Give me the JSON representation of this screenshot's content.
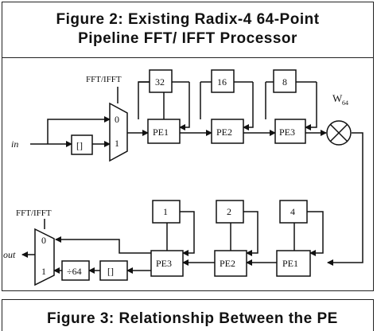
{
  "figure": {
    "title_line1": "Figure 2: Existing Radix-4 64-Point",
    "title_line2": "Pipeline FFT/ IFFT Processor"
  },
  "diagram": {
    "top_row": {
      "mux_label": "FFT/IFFT",
      "mux_input_0": "0",
      "mux_input_1": "1",
      "input_label": "in",
      "delay_label": "[]",
      "pe_labels": [
        "PE1",
        "PE2",
        "PE3"
      ],
      "feedback_labels": [
        "32",
        "16",
        "8"
      ],
      "twiddle_label": "W",
      "twiddle_subscript": "64"
    },
    "bottom_row": {
      "mux_label": "FFT/IFFT",
      "mux_input_0": "0",
      "mux_input_1": "1",
      "output_label": "out",
      "divider_label": "÷64",
      "delay_label": "[]",
      "pe_labels": [
        "PE3",
        "PE2",
        "PE1"
      ],
      "feedback_labels": [
        "1",
        "2",
        "4"
      ]
    }
  },
  "next_figure": {
    "title_partial": "Figure 3: Relationship Between the PE"
  }
}
